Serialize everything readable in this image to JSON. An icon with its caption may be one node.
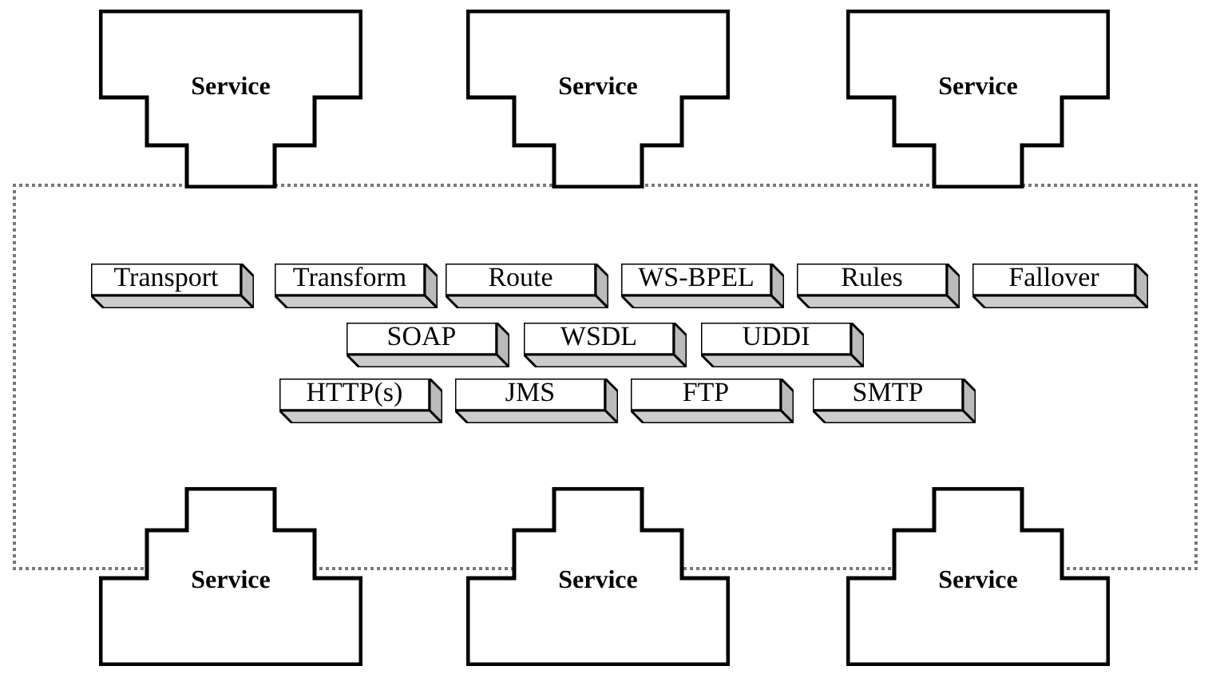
{
  "diagram": {
    "nodes": [
      {
        "text": [
          "Service"
        ]
      },
      {
        "text": [
          "Service"
        ]
      },
      {
        "text": [
          "Service"
        ]
      },
      {
        "text": [],
        "shape": "box"
      },
      {
        "text": [
          "Transport"
        ],
        "in": 3
      },
      {
        "text": [
          "Transform"
        ],
        "in": 3
      },
      {
        "text": [
          "Route"
        ],
        "in": 3
      },
      {
        "text": [
          "WS-BPEL"
        ],
        "in": 3
      },
      {
        "text": [
          "Rules"
        ],
        "in": 3
      },
      {
        "text": [
          "Fallover"
        ],
        "in": 3
      },
      {
        "text": [
          "SOAP"
        ],
        "in": 3
      },
      {
        "text": [
          "WSDL"
        ],
        "in": 3
      },
      {
        "text": [
          "UDDI"
        ],
        "in": 3
      },
      {
        "text": [
          "HTTP(s)"
        ],
        "in": 3
      },
      {
        "text": [
          "JMS"
        ],
        "in": 3
      },
      {
        "text": [
          "FTP"
        ],
        "in": 3
      },
      {
        "text": [
          "SMTP"
        ],
        "in": 3
      },
      {
        "text": [
          "Service"
        ]
      },
      {
        "text": [
          "Service"
        ]
      },
      {
        "text": [
          "Service"
        ]
      }
    ]
  }
}
